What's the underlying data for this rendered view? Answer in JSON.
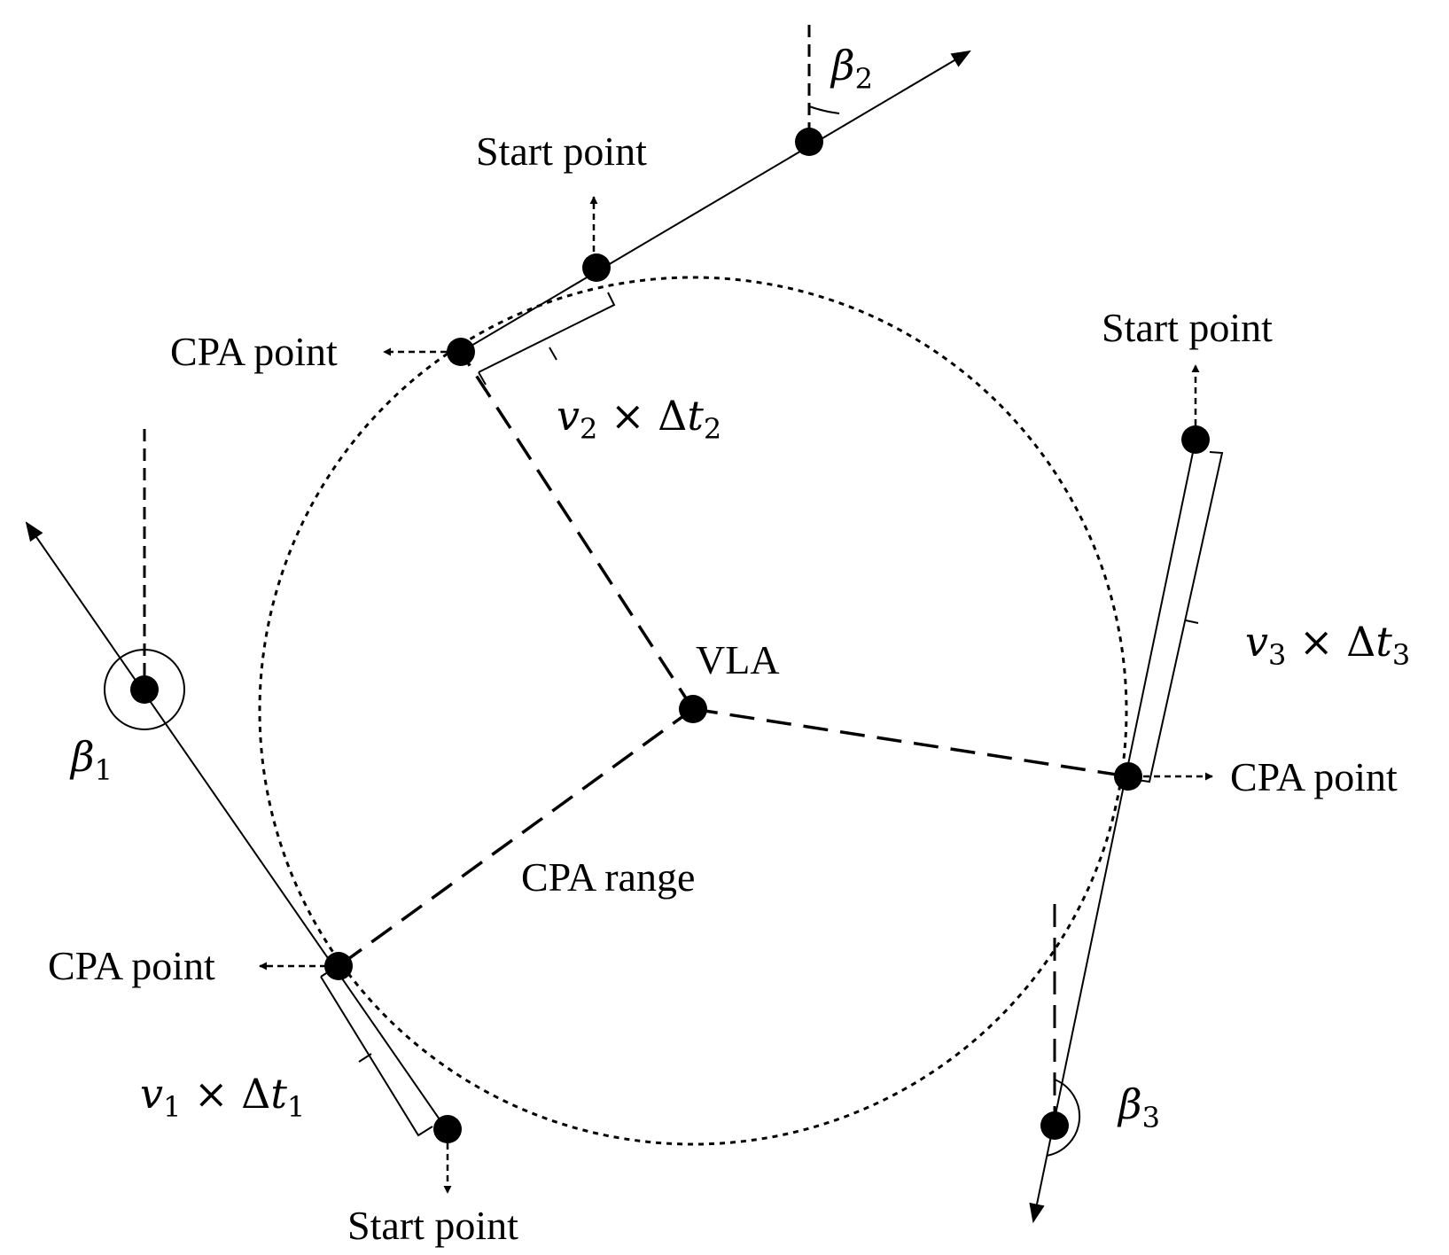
{
  "labels": {
    "vla": "VLA",
    "cpa_range": "CPA range",
    "start_point": "Start point",
    "cpa_point": "CPA point"
  },
  "math": {
    "beta1": {
      "base": "β",
      "sub": "1"
    },
    "beta2": {
      "base": "β",
      "sub": "2"
    },
    "beta3": {
      "base": "β",
      "sub": "3"
    },
    "v1dt1": {
      "v": "v",
      "vsub": "1",
      "op": " × Δ",
      "t": "t",
      "tsub": "1"
    },
    "v2dt2": {
      "v": "v",
      "vsub": "2",
      "op": " × Δ",
      "t": "t",
      "tsub": "2"
    },
    "v3dt3": {
      "v": "v",
      "vsub": "3",
      "op": " × Δ",
      "t": "t",
      "tsub": "3"
    }
  }
}
